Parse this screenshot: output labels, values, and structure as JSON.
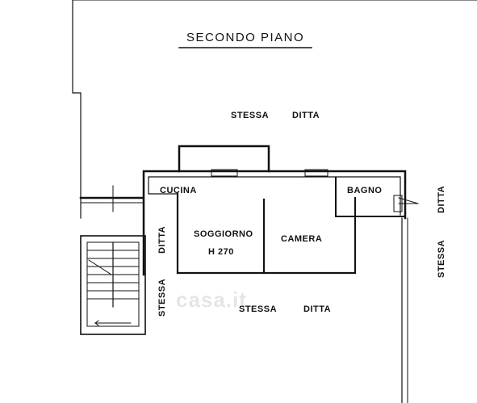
{
  "title": "SECONDO PIANO",
  "watermark": "casa.it",
  "rooms": {
    "cucina": "CUCINA",
    "bagno": "BAGNO",
    "soggiorno": "SOGGIORNO",
    "soggiorno_height": "H 270",
    "camera": "CAMERA"
  },
  "neighbors": {
    "top_stessa": "STESSA",
    "top_ditta": "DITTA",
    "bottom_stessa": "STESSA",
    "bottom_ditta": "DITTA",
    "left_ditta": "DITTA",
    "left_stessa": "STESSA",
    "right_ditta": "DITTA",
    "right_stessa": "STESSA"
  }
}
